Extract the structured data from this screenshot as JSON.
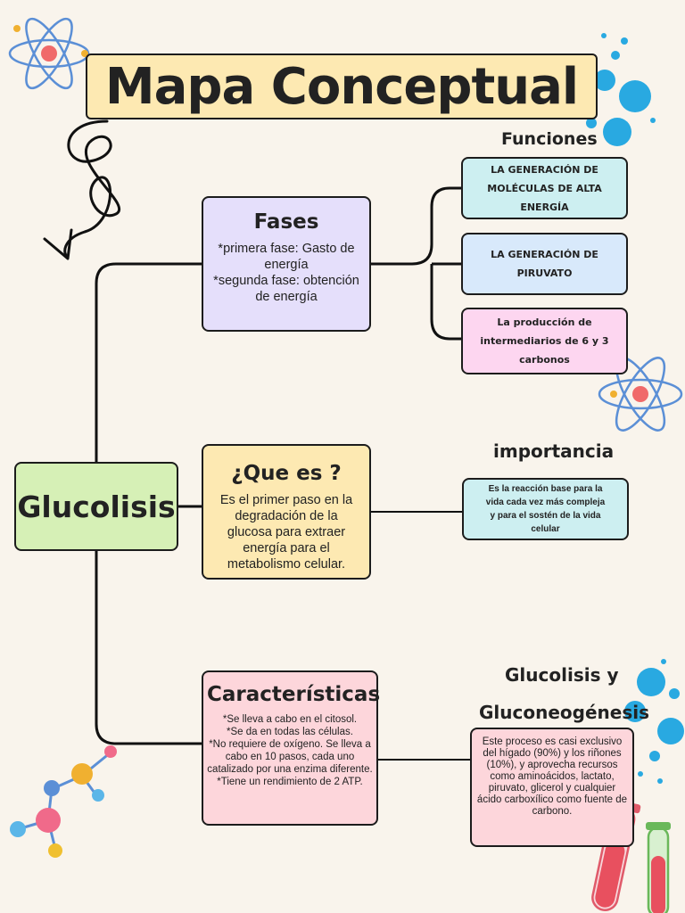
{
  "title": "Mapa Conceptual",
  "root": "Glucolisis",
  "fases": {
    "title": "Fases",
    "body": "*primera fase: Gasto de energía\n*segunda fase: obtención de energía"
  },
  "que_es": {
    "title": "¿Que es ?",
    "body": "Es el primer paso en la degradación de la glucosa para extraer energía para el metabolismo celular."
  },
  "caracteristicas": {
    "title": "Características",
    "body": "*Se lleva a cabo en el citosol.\n*Se da en todas las células.\n*No requiere de oxígeno. Se lleva a cabo en 10 pasos, cada uno catalizado por una enzima diferente.\n*Tiene un rendimiento de 2 ATP."
  },
  "funciones": {
    "label": "Funciones",
    "items": [
      "LA GENERACIÓN DE\nMOLÉCULAS DE ALTA ENERGÍA",
      "LA GENERACIÓN DE PIRUVATO",
      "La producción de\nintermediarios de 6 y 3\ncarbonos"
    ]
  },
  "importancia": {
    "label": "importancia",
    "text": "Es la reacción base para la\nvida cada vez más compleja\ny para el sostén de la vida\ncelular"
  },
  "gluconeo": {
    "label_line1": "Glucolisis y",
    "label_line2": "Gluconeogénesis",
    "text": "Este proceso es casi exclusivo del hígado (90%) y los riñones (10%), y aprovecha recursos como aminoácidos, lactato, piruvato, glicerol y cualquier ácido carboxílico como fuente de carbono."
  },
  "colors": {
    "background": "#f9f4ec",
    "title_fill": "#fde9b2",
    "root_fill": "#d6f0b6",
    "fases_fill": "#e5dffb",
    "que_es_fill": "#fde9b2",
    "caracteristicas_fill": "#fdd6db",
    "accent_blue": "#29a9e1"
  }
}
